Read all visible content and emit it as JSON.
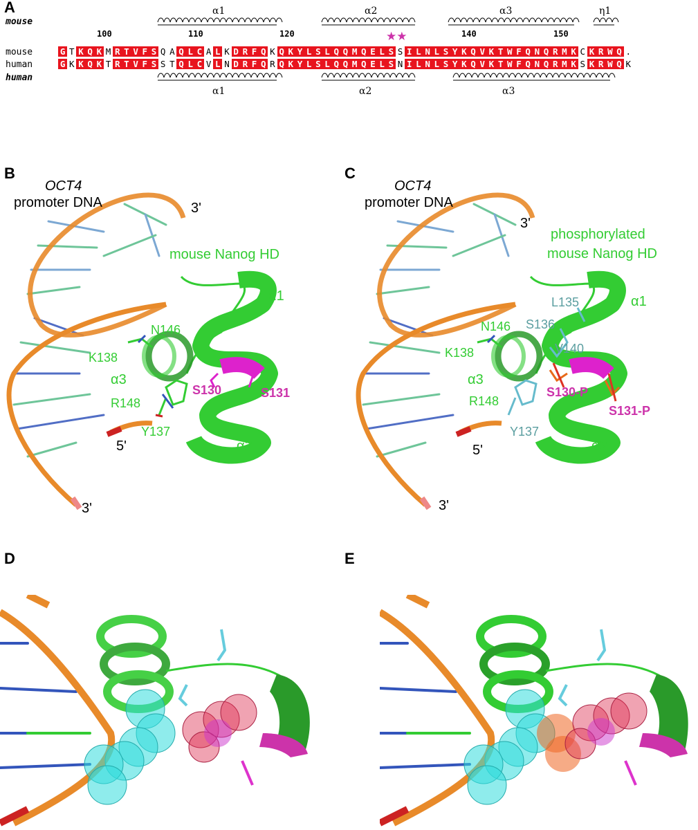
{
  "panels": {
    "A": "A",
    "B": "B",
    "C": "C",
    "D": "D",
    "E": "E"
  },
  "alignment": {
    "top_label": "mouse",
    "bottom_label": "human",
    "row1_label": "mouse",
    "row2_label": "human",
    "mouse_seq": "GTKQKMRTVFSQAQLCALKDRFQKQKYLSLQQMQELSSILNLSYKQVKTWFQNQRMKCKRWQ.",
    "human_seq": "GKKQKTRTVFSSTQLCVLNDRFQRQKYLSLQQMQELSNILNLSYKQVKTWFQNQRMKSKRWQK",
    "numbers": [
      "100",
      "110",
      "120",
      "140",
      "150"
    ],
    "top_ss": [
      "α1",
      "α2",
      "α3",
      "η1"
    ],
    "bottom_ss": [
      "α1",
      "α2",
      "α3"
    ],
    "stars": "★★"
  },
  "panelB": {
    "dna_title": "OCT4",
    "dna_sub": "promoter DNA",
    "end_3a": "3'",
    "end_5": "5'",
    "end_3b": "3'",
    "protein": "mouse Nanog HD",
    "a1": "α1",
    "a2": "α2",
    "a3": "α3",
    "N146": "N146",
    "K138": "K138",
    "R148": "R148",
    "Y137": "Y137",
    "S130": "S130",
    "S131": "S131"
  },
  "panelC": {
    "dna_title": "OCT4",
    "dna_sub": "promoter DNA",
    "end_3a": "3'",
    "end_5": "5'",
    "end_3b": "3'",
    "protein1": "phosphorylated",
    "protein2": "mouse Nanog HD",
    "a1": "α1",
    "a2": "α2",
    "a3": "α3",
    "L135": "L135",
    "S136": "S136",
    "N146": "N146",
    "K138": "K138",
    "V140": "V140",
    "R148": "R148",
    "Y137": "Y137",
    "S130P": "S130-P",
    "S131P": "S131-P"
  },
  "colors": {
    "red": "#e8141e",
    "green": "#33cc33",
    "teal": "#5b9ea0",
    "magenta": "#cc33aa",
    "orange": "#e88a2a"
  }
}
